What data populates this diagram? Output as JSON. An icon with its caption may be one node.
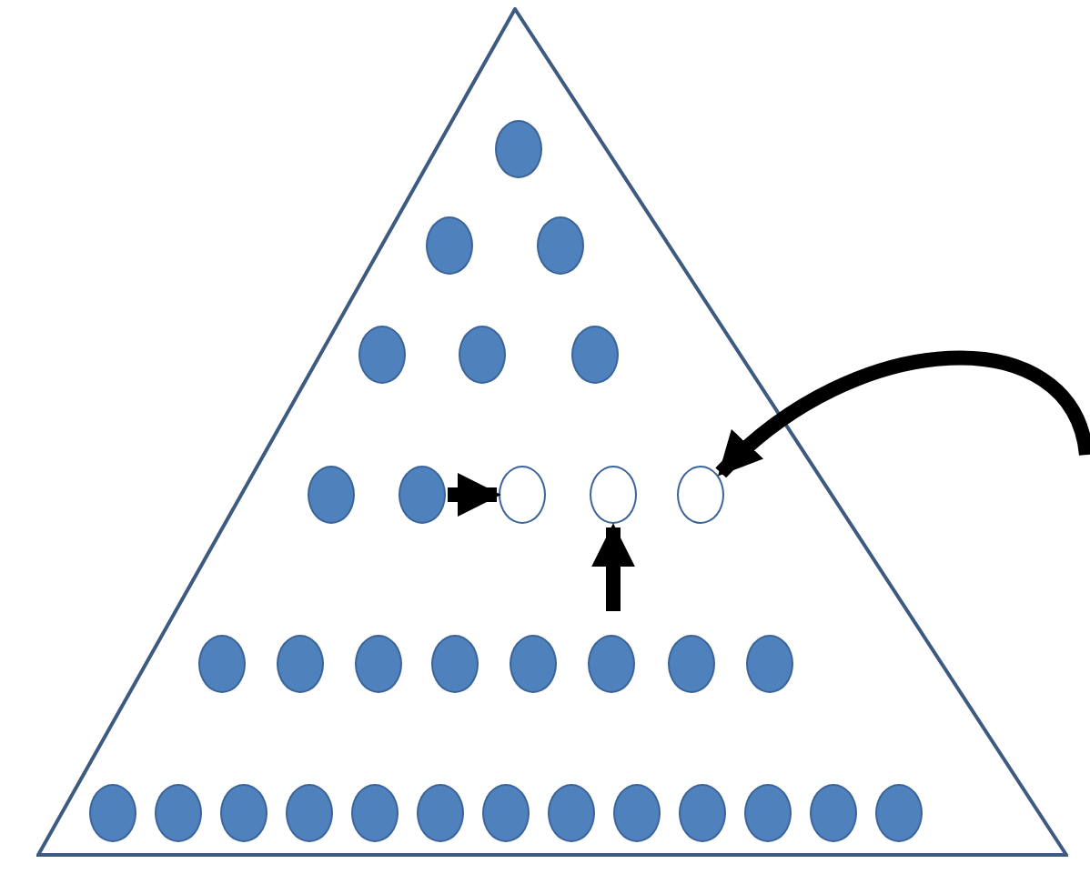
{
  "diagram": {
    "nodes": [
      {
        "text": [],
        "shape": "triangle"
      },
      {
        "text": [],
        "shape": "circle",
        "in": 0
      },
      {
        "text": [],
        "shape": "circle",
        "in": 0
      },
      {
        "text": [],
        "shape": "circle",
        "in": 0
      },
      {
        "text": [],
        "shape": "circle",
        "in": 0
      },
      {
        "text": [],
        "shape": "circle",
        "in": 0
      },
      {
        "text": [],
        "shape": "circle",
        "in": 0
      },
      {
        "text": [],
        "shape": "circle",
        "in": 0
      },
      {
        "text": [],
        "shape": "circle",
        "in": 0
      },
      {
        "text": [],
        "shape": "circle",
        "in": 0
      },
      {
        "text": [],
        "shape": "circle",
        "in": 0
      },
      {
        "text": [],
        "shape": "circle",
        "in": 0
      },
      {
        "text": [],
        "shape": "circle",
        "in": 0
      },
      {
        "text": [],
        "shape": "circle",
        "in": 0
      },
      {
        "text": [],
        "shape": "circle",
        "in": 0
      },
      {
        "text": [],
        "shape": "circle",
        "in": 0
      },
      {
        "text": [],
        "shape": "circle",
        "in": 0
      },
      {
        "text": [],
        "shape": "circle",
        "in": 0
      },
      {
        "text": [],
        "shape": "circle",
        "in": 0
      },
      {
        "text": [],
        "shape": "circle",
        "in": 0
      },
      {
        "text": [],
        "shape": "circle",
        "in": 0
      },
      {
        "text": [],
        "shape": "circle",
        "in": 0
      },
      {
        "text": [],
        "shape": "circle",
        "in": 0
      },
      {
        "text": [],
        "shape": "circle",
        "in": 0
      },
      {
        "text": [],
        "shape": "circle",
        "in": 0
      },
      {
        "text": [],
        "shape": "circle",
        "in": 0
      },
      {
        "text": [],
        "shape": "circle",
        "in": 0
      },
      {
        "text": [],
        "shape": "circle",
        "in": 0
      },
      {
        "text": [],
        "shape": "circle",
        "in": 0
      },
      {
        "text": [],
        "shape": "circle",
        "in": 0
      },
      {
        "text": [],
        "shape": "circle",
        "in": 0
      },
      {
        "text": [],
        "shape": "circle",
        "in": 0
      },
      {
        "text": [],
        "shape": "circle",
        "in": 0
      }
    ],
    "edges": [
      {
        "from": 8,
        "to": 9,
        "arrow": "to"
      },
      {
        "from": null,
        "to": 10,
        "arrow": "to"
      },
      {
        "from": null,
        "to": 11,
        "arrow": "to"
      }
    ]
  }
}
